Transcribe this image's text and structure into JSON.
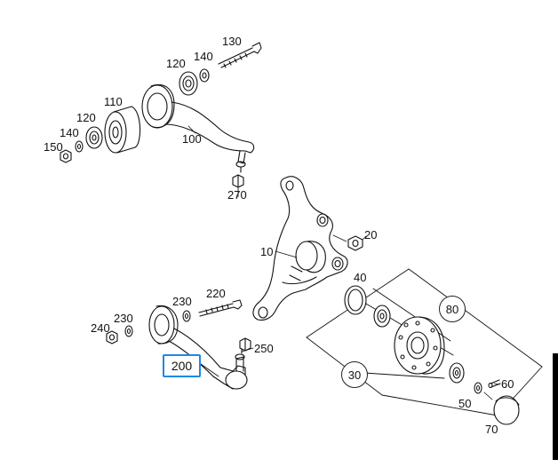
{
  "diagram": {
    "part_numbers": {
      "p130": "130",
      "p140a": "140",
      "p120a": "120",
      "p110": "110",
      "p120b": "120",
      "p140b": "140",
      "p150": "150",
      "p100": "100",
      "p270": "270",
      "p20": "20",
      "p10": "10",
      "p40": "40",
      "p80": "80",
      "p230a": "230",
      "p220": "220",
      "p240": "240",
      "p230b": "230",
      "p250": "250",
      "p200": "200",
      "p30": "30",
      "p60": "60",
      "p50": "50",
      "p70": "70"
    },
    "highlighted_part": "200",
    "highlight_color": "#1e88e5"
  }
}
